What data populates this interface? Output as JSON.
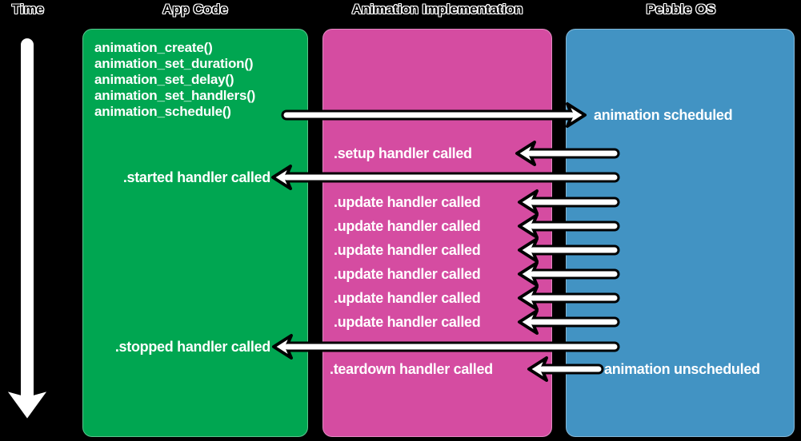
{
  "headers": {
    "time": "Time",
    "app_code": "App Code",
    "animation_impl": "Animation Implementation",
    "pebble_os": "Pebble OS"
  },
  "colors": {
    "background": "#000000",
    "app_code_box": "#00a651",
    "animation_impl_box": "#d54ca1",
    "pebble_os_box": "#4293c3",
    "label_text": "#ffffff"
  },
  "app_code": {
    "calls": [
      "animation_create()",
      "animation_set_duration()",
      "animation_set_delay()",
      "animation_set_handlers()",
      "animation_schedule()"
    ],
    "started_event": ".started handler called",
    "stopped_event": ".stopped handler called"
  },
  "animation_impl": {
    "setup_event": ".setup handler called",
    "updates": [
      ".update handler called",
      ".update handler called",
      ".update handler called",
      ".update handler called",
      ".update handler called",
      ".update handler called"
    ],
    "teardown_event": ".teardown handler called"
  },
  "pebble_os": {
    "scheduled_event": "animation scheduled",
    "unscheduled_event": "animation unscheduled"
  },
  "arrows": [
    {
      "name": "schedule-arrow",
      "from": "app_code.animation_schedule",
      "to": "pebble_os.animation_scheduled",
      "direction": "right"
    },
    {
      "name": "setup-arrow",
      "from": "pebble_os",
      "to": "animation_impl.setup_handler",
      "direction": "left"
    },
    {
      "name": "started-arrow",
      "from": "pebble_os",
      "to": "app_code.started_handler",
      "direction": "left"
    },
    {
      "name": "update-arrow-1",
      "from": "pebble_os",
      "to": "animation_impl.update_handler",
      "direction": "left"
    },
    {
      "name": "update-arrow-2",
      "from": "pebble_os",
      "to": "animation_impl.update_handler",
      "direction": "left"
    },
    {
      "name": "update-arrow-3",
      "from": "pebble_os",
      "to": "animation_impl.update_handler",
      "direction": "left"
    },
    {
      "name": "update-arrow-4",
      "from": "pebble_os",
      "to": "animation_impl.update_handler",
      "direction": "left"
    },
    {
      "name": "update-arrow-5",
      "from": "pebble_os",
      "to": "animation_impl.update_handler",
      "direction": "left"
    },
    {
      "name": "update-arrow-6",
      "from": "pebble_os",
      "to": "animation_impl.update_handler",
      "direction": "left"
    },
    {
      "name": "stopped-arrow",
      "from": "pebble_os",
      "to": "app_code.stopped_handler",
      "direction": "left"
    },
    {
      "name": "teardown-arrow",
      "from": "pebble_os.animation_unscheduled",
      "to": "animation_impl.teardown_handler",
      "direction": "left"
    }
  ]
}
